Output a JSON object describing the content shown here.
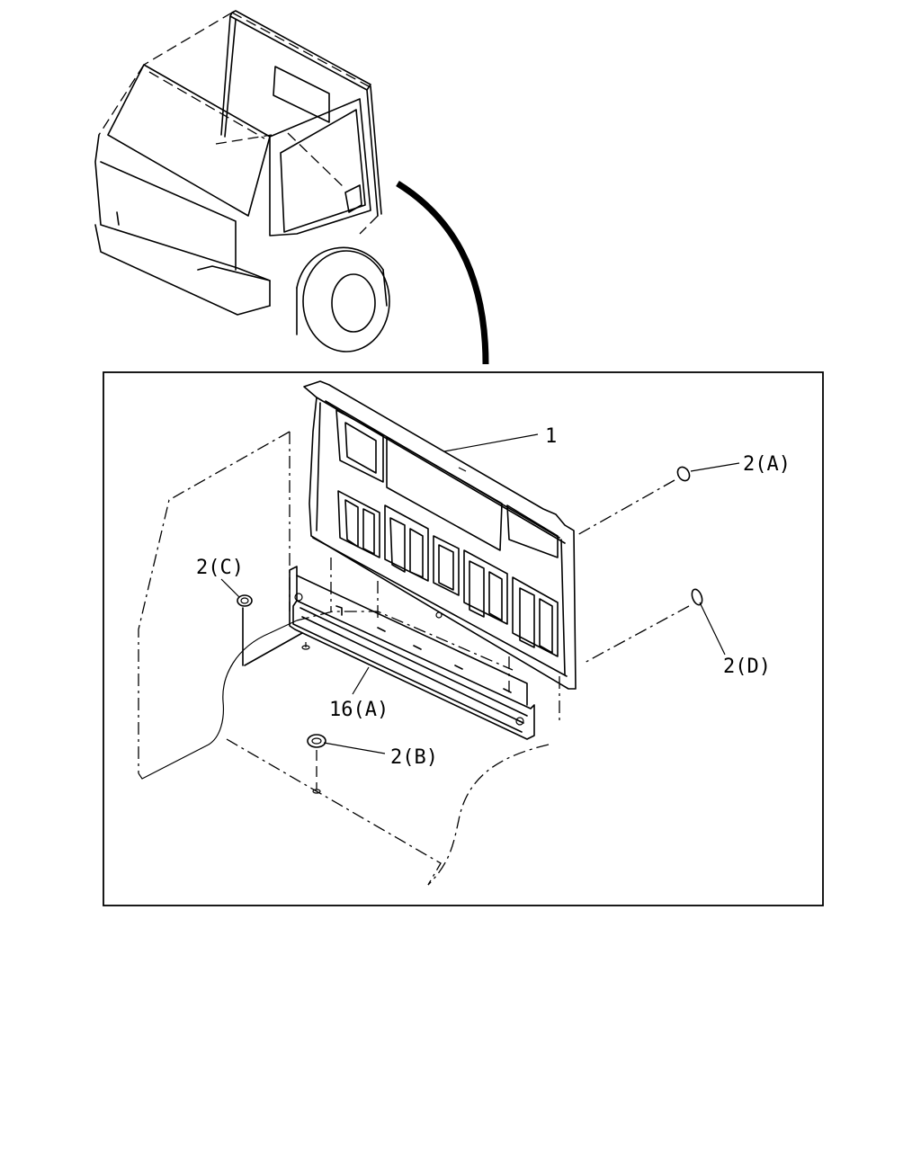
{
  "callouts": {
    "part_1": "1",
    "part_2a": "2(A)",
    "part_2b": "2(B)",
    "part_2c": "2(C)",
    "part_2d": "2(D)",
    "part_16a": "16(A)"
  }
}
